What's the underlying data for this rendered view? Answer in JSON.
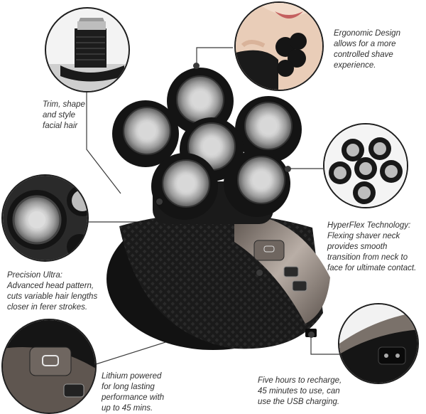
{
  "captions": {
    "trim": [
      "Trim, shape",
      "and style",
      "facial hair"
    ],
    "ergonomic": [
      "Ergonomic Design",
      "allows for a more",
      "controlled shave",
      "experience."
    ],
    "hyperflex": [
      "HyperFlex Technology:",
      "Flexing shaver neck",
      "provides smooth",
      "transition from neck to",
      "face for ultimate contact."
    ],
    "precision": [
      "Precision Ultra:",
      "Advanced head pattern,",
      "cuts variable hair lengths",
      "closer in ferer strokes."
    ],
    "lithium": [
      "Lithium powered",
      "for long lasting",
      "performance with",
      "up to 45 mins."
    ],
    "charge": [
      "Five hours to recharge,",
      "45 minutes to use, can",
      "use the USB charging."
    ]
  },
  "colors": {
    "body": "#141414",
    "chrome": "#8a8078",
    "foil": "#c9c9c9",
    "text": "#2f2f2f"
  }
}
